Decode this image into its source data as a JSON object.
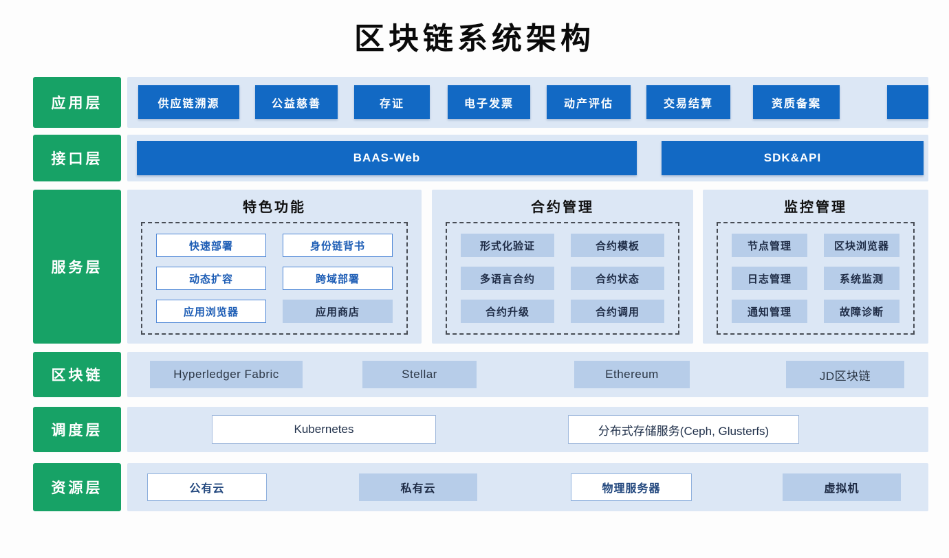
{
  "title": "区块链系统架构",
  "colors": {
    "layer_label_green": "#17a266",
    "layer_panel_blue": "#dce7f5",
    "node_dark_blue": "#1269c4",
    "node_light_fill": "#b7cde9",
    "outline_border_blue": "#4d86d6"
  },
  "layers": [
    {
      "label": "应用层",
      "items": [
        "供应链溯源",
        "公益慈善",
        "存证",
        "电子发票",
        "动产评估",
        "交易结算",
        "资质备案",
        ""
      ]
    },
    {
      "label": "接口层",
      "items": [
        "BAAS-Web",
        "SDK&API"
      ]
    },
    {
      "label": "服务层",
      "groups": [
        {
          "title": "特色功能",
          "items": [
            "快速部署",
            "身份链背书",
            "动态扩容",
            "跨域部署",
            "应用浏览器",
            "应用商店"
          ]
        },
        {
          "title": "合约管理",
          "items": [
            "形式化验证",
            "合约模板",
            "多语言合约",
            "合约状态",
            "合约升级",
            "合约调用"
          ]
        },
        {
          "title": "监控管理",
          "items": [
            "节点管理",
            "区块浏览器",
            "日志管理",
            "系统监测",
            "通知管理",
            "故障诊断"
          ]
        }
      ]
    },
    {
      "label": "区块链",
      "items": [
        "Hyperledger Fabric",
        "Stellar",
        "Ethereum",
        "JD区块链"
      ]
    },
    {
      "label": "调度层",
      "items": [
        "Kubernetes",
        "分布式存储服务(Ceph, Glusterfs)"
      ]
    },
    {
      "label": "资源层",
      "items": [
        "公有云",
        "私有云",
        "物理服务器",
        "虚拟机"
      ]
    }
  ]
}
